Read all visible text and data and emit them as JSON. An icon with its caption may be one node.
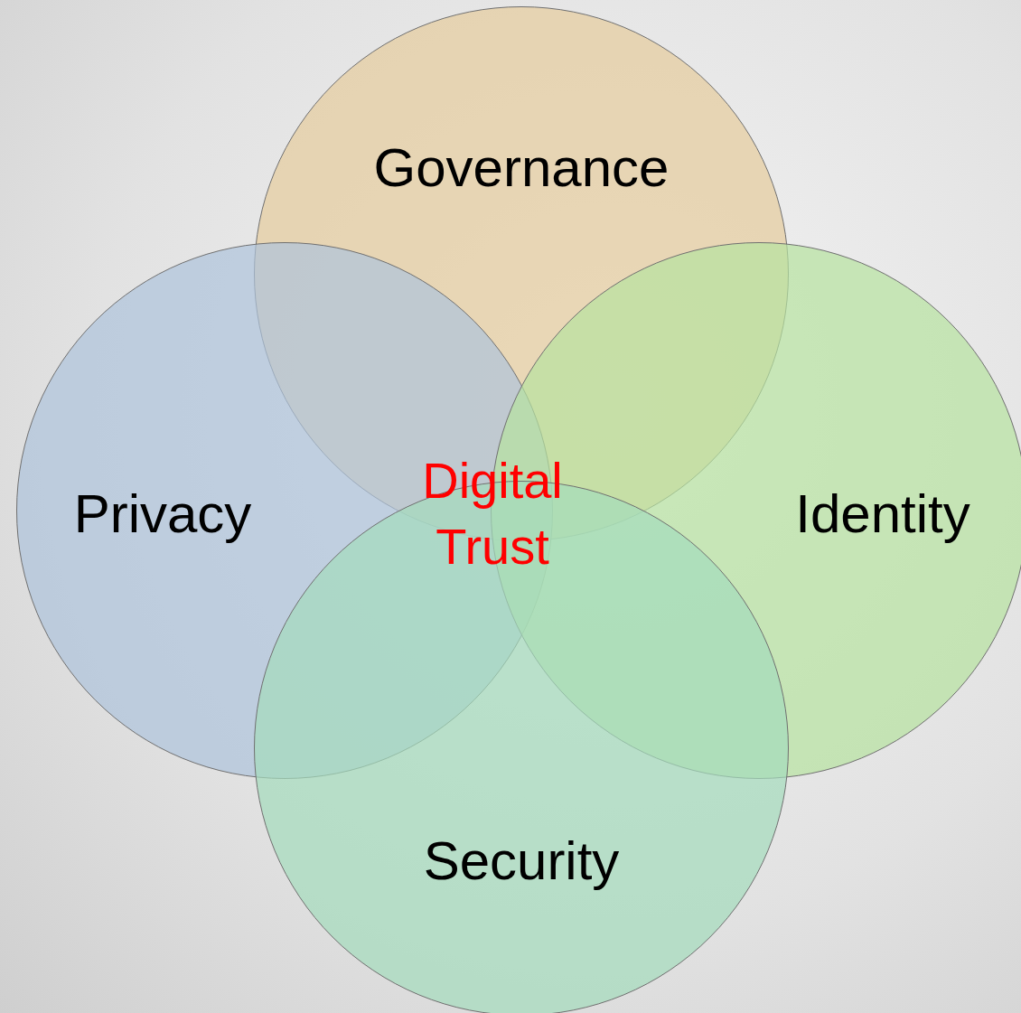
{
  "diagram": {
    "nodes": [
      {
        "text": [
          "Governance"
        ]
      },
      {
        "text": [
          "Privacy"
        ]
      },
      {
        "text": [
          "Identity"
        ]
      },
      {
        "text": [
          "Security"
        ]
      }
    ],
    "edges": [],
    "labels": [
      "Digital Trust"
    ]
  }
}
